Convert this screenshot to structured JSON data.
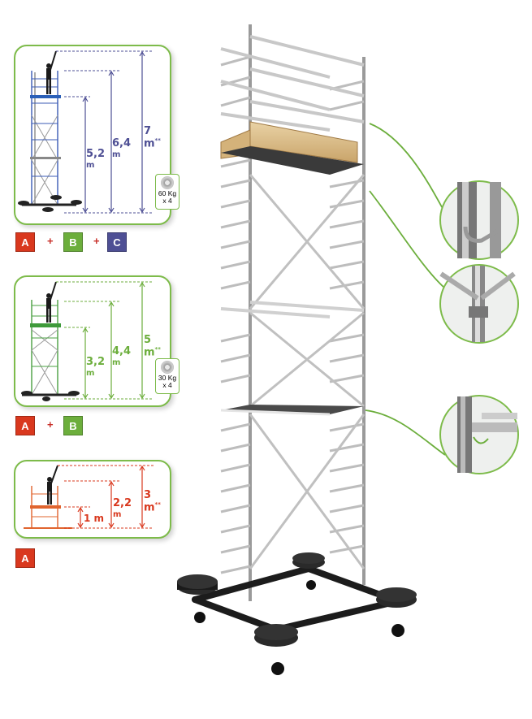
{
  "colors": {
    "a": "#d9381e",
    "b": "#6cae3c",
    "c": "#4e4f94",
    "frame": "#7dbb4a",
    "label_c": "#4e4f94",
    "label_b": "#6cae3c",
    "label_a": "#d9381e"
  },
  "config_abc": {
    "platform_height": "5,2",
    "platform_unit": "m",
    "reach": "6,4",
    "reach_unit": "m",
    "total": "7 m",
    "total_mark": "**",
    "weight_value": "60 Kg",
    "weight_count": "x 4"
  },
  "config_ab": {
    "platform_height": "3,2",
    "platform_unit": "m",
    "reach": "4,4",
    "reach_unit": "m",
    "total": "5 m",
    "total_mark": "**",
    "weight_value": "30 Kg",
    "weight_count": "x 4"
  },
  "config_a": {
    "platform_height": "1 m",
    "reach": "2,2",
    "reach_unit": "m",
    "total": "3 m",
    "total_mark": "**"
  },
  "modules": {
    "a": "A",
    "b": "B",
    "c": "C",
    "plus": "+"
  },
  "icons": {
    "disc": "ballast-disc-icon",
    "person": "worker-icon",
    "wheel": "caster-icon"
  }
}
